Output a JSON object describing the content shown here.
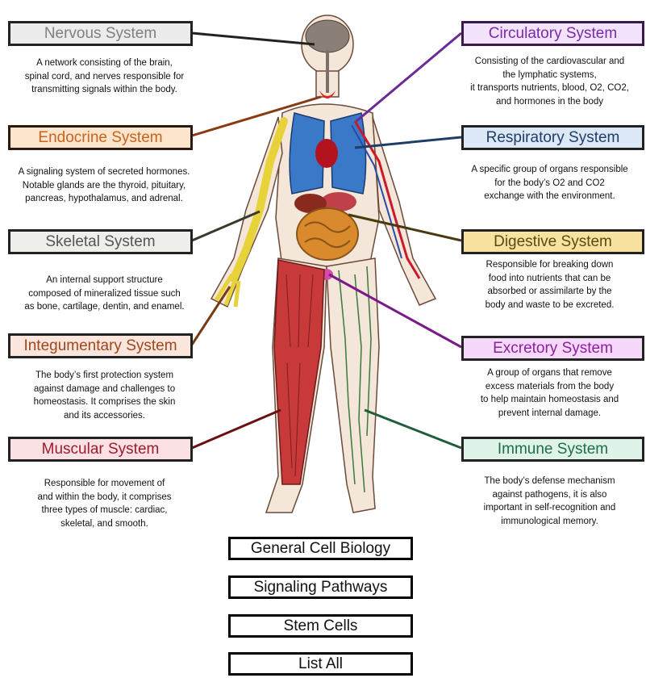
{
  "systems": {
    "nervous": {
      "title": "Nervous System",
      "color": "#7f7f7f",
      "bg": "#ececec",
      "desc": [
        "A network consisting of the brain,",
        "spinal cord, and nerves responsible for",
        "transmitting signals within the body."
      ]
    },
    "endocrine": {
      "title": "Endocrine System",
      "color": "#c8641e",
      "bg": "#fde4cc",
      "desc": [
        "A signaling system of secreted hormones.",
        "Notable glands are the thyroid, pituitary,",
        "pancreas, hypothalamus, and adrenal."
      ]
    },
    "skeletal": {
      "title": "Skeletal System",
      "color": "#555555",
      "bg": "#eeeeea",
      "desc": [
        "An internal support structure",
        "composed of mineralized tissue such",
        "as bone, cartilage, dentin, and enamel."
      ]
    },
    "integumentary": {
      "title": "Integumentary System",
      "color": "#a0461e",
      "bg": "#fbe6dd",
      "desc": [
        "The body’s first protection system",
        "against damage and challenges to",
        "homeostasis. It comprises the skin",
        "and its accessories."
      ]
    },
    "muscular": {
      "title": "Muscular System",
      "color": "#9c1c2c",
      "bg": "#fbe0e4",
      "desc": [
        "Responsible for movement of",
        "and within the body, it comprises",
        "three types of muscle: cardiac,",
        "skeletal, and smooth."
      ]
    },
    "circulatory": {
      "title": "Circulatory System",
      "color": "#7a2aa8",
      "bg": "#f2e2fa",
      "desc": [
        "Consisting of the cardiovascular and",
        "the lymphatic systems,",
        "it transports nutrients, blood, O2, CO2,",
        "and hormones in the body"
      ]
    },
    "respiratory": {
      "title": "Respiratory System",
      "color": "#1f3e66",
      "bg": "#dce8f6",
      "desc": [
        "A specific group of organs responsible",
        "for the body’s O2 and CO2",
        "exchange with the environment."
      ]
    },
    "digestive": {
      "title": "Digestive System",
      "color": "#5c4a14",
      "bg": "#f8e2a0",
      "desc": [
        "Responsible for breaking down",
        "food into nutrients that can be",
        "absorbed or assimilarte by the",
        "body and waste to be excreted."
      ]
    },
    "excretory": {
      "title": "Excretory System",
      "color": "#8e1f9e",
      "bg": "#f6d8fa",
      "desc": [
        "A group of organs that remove",
        "excess materials from the body",
        "to help maintain homeostasis and",
        "prevent internal damage."
      ]
    },
    "immune": {
      "title": "Immune System",
      "color": "#1f6e4a",
      "bg": "#dff3e8",
      "desc": [
        "The body’s defense mechanism",
        "against pathogens, it is also",
        "important in self-recognition and",
        "immunological memory."
      ]
    }
  },
  "nav": {
    "general_cell_biology": "General Cell Biology",
    "signaling_pathways": "Signaling Pathways",
    "stem_cells": "Stem Cells",
    "list_all": "List All"
  }
}
